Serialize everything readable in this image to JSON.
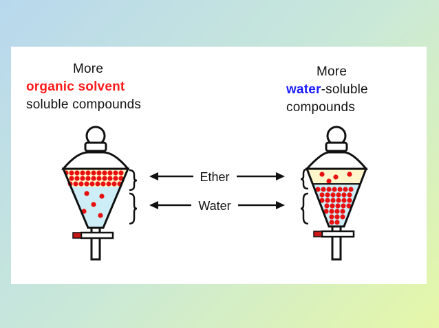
{
  "left_caption": {
    "line1": "More",
    "line2": "organic solvent",
    "line3": "soluble compounds"
  },
  "right_caption": {
    "line1": "More",
    "line2_colored": "water",
    "line2_rest": "-soluble",
    "line3": "compounds"
  },
  "labels": {
    "ether": "Ether",
    "water": "Water"
  },
  "colors": {
    "organic_solvent": "#ff1a1a",
    "water_word": "#1a1aff",
    "compound_dot": "#e81010",
    "ether_layer": "#fff6cc",
    "water_layer": "#cdeef6"
  }
}
